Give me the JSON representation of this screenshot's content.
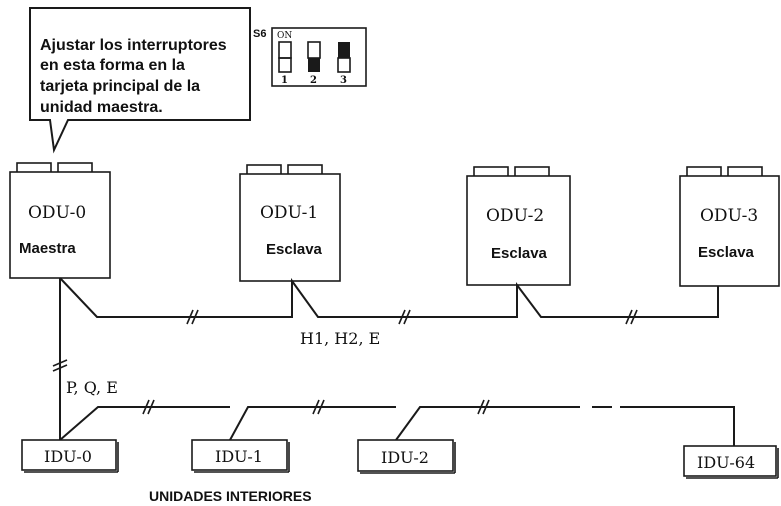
{
  "callout": {
    "lines": [
      "Ajustar los interruptores",
      "en esta forma en la",
      "tarjeta principal de la",
      "unidad maestra."
    ]
  },
  "switch_panel": {
    "label": "S6",
    "on_label": "ON",
    "switch_numbers": [
      "1",
      "2",
      "3"
    ]
  },
  "outdoor_units": [
    {
      "name": "ODU-0",
      "role": "Maestra"
    },
    {
      "name": "ODU-1",
      "role": "Esclava"
    },
    {
      "name": "ODU-2",
      "role": "Esclava"
    },
    {
      "name": "ODU-3",
      "role": "Esclava"
    }
  ],
  "odu_bus_label": "H1, H2, E",
  "idu_bus_label": "P, Q, E",
  "indoor_units": [
    "IDU-0",
    "IDU-1",
    "IDU-2",
    "IDU-64"
  ],
  "indoor_caption": "UNIDADES INTERIORES"
}
